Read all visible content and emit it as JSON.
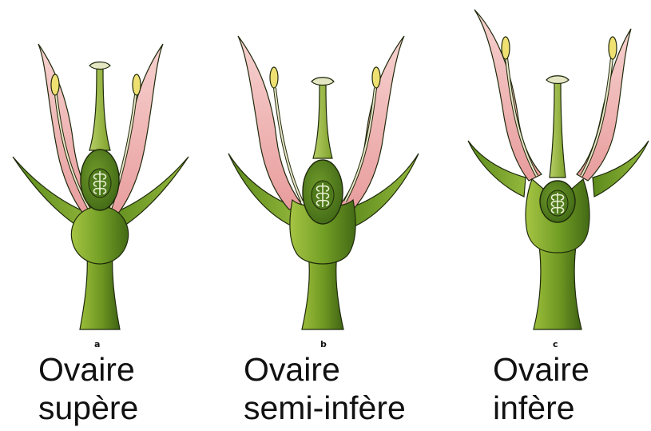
{
  "panels": [
    {
      "letter": "a",
      "caption_line1": "Ovaire",
      "caption_line2": "supère"
    },
    {
      "letter": "b",
      "caption_line1": "Ovaire",
      "caption_line2": "semi-infère"
    },
    {
      "letter": "c",
      "caption_line1": "Ovaire",
      "caption_line2": "infère"
    }
  ],
  "colors": {
    "tissue_green": "#6f9a22",
    "dark_green": "#2f5310",
    "petal_pink": "#eeb1b1",
    "anther_yellow": "#efe072",
    "outline": "#1f2a0c"
  },
  "ovary_position": [
    "superior",
    "half-inferior",
    "inferior"
  ]
}
